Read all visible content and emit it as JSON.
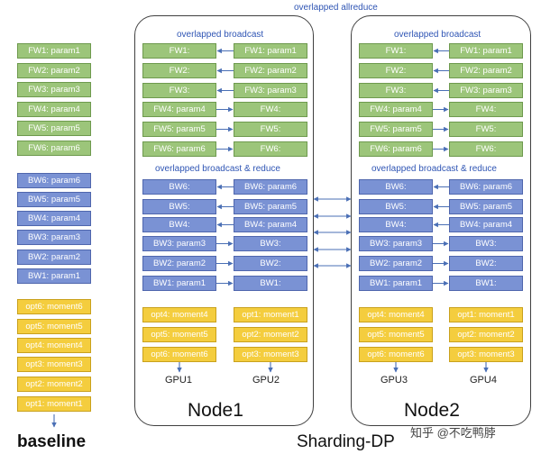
{
  "title": "overlapped allreduce",
  "baseline": {
    "label": "baseline",
    "fw": [
      "FW1: param1",
      "FW2: param2",
      "FW3: param3",
      "FW4: param4",
      "FW5: param5",
      "FW6: param6"
    ],
    "bw": [
      "BW6: param6",
      "BW5: param5",
      "BW4: param4",
      "BW3: param3",
      "BW2: param2",
      "BW1: param1"
    ],
    "opt": [
      "opt6: moment6",
      "opt5: moment5",
      "opt4: moment4",
      "opt3: moment3",
      "opt2: moment2",
      "opt1: moment1"
    ]
  },
  "caption": "Sharding-DP",
  "watermark": "知乎 @不吃鸭脖",
  "nodes": [
    {
      "label": "Node1",
      "broadcast_label": "overlapped broadcast",
      "reduce_label": "overlapped broadcast & reduce",
      "gpus": [
        {
          "label": "GPU1",
          "fw": [
            "FW1:",
            "FW2:",
            "FW3:",
            "FW4: param4",
            "FW5: param5",
            "FW6: param6"
          ],
          "bw": [
            "BW6:",
            "BW5:",
            "BW4:",
            "BW3: param3",
            "BW2: param2",
            "BW1: param1"
          ],
          "opt": [
            "opt4: moment4",
            "opt5: moment5",
            "opt6: moment6"
          ]
        },
        {
          "label": "GPU2",
          "fw": [
            "FW1: param1",
            "FW2: param2",
            "FW3: param3",
            "FW4:",
            "FW5:",
            "FW6:"
          ],
          "bw": [
            "BW6: param6",
            "BW5: param5",
            "BW4: param4",
            "BW3:",
            "BW2:",
            "BW1:"
          ],
          "opt": [
            "opt1: moment1",
            "opt2: moment2",
            "opt3: moment3"
          ]
        }
      ]
    },
    {
      "label": "Node2",
      "broadcast_label": "overlapped broadcast",
      "reduce_label": "overlapped broadcast & reduce",
      "gpus": [
        {
          "label": "GPU3",
          "fw": [
            "FW1:",
            "FW2:",
            "FW3:",
            "FW4: param4",
            "FW5: param5",
            "FW6: param6"
          ],
          "bw": [
            "BW6:",
            "BW5:",
            "BW4:",
            "BW3: param3",
            "BW2: param2",
            "BW1: param1"
          ],
          "opt": [
            "opt4: moment4",
            "opt5: moment5",
            "opt6: moment6"
          ]
        },
        {
          "label": "GPU4",
          "fw": [
            "FW1: param1",
            "FW2: param2",
            "FW3: param3",
            "FW4:",
            "FW5:",
            "FW6:"
          ],
          "bw": [
            "BW6: param6",
            "BW5: param5",
            "BW4: param4",
            "BW3:",
            "BW2:",
            "BW1:"
          ],
          "opt": [
            "opt1: moment1",
            "opt2: moment2",
            "opt3: moment3"
          ]
        }
      ]
    }
  ],
  "colors": {
    "fw": "#9cc57a",
    "bw": "#7a92d4",
    "opt": "#f4cd3e",
    "arrow": "#4a6fb5",
    "label": "#2f55b4"
  }
}
